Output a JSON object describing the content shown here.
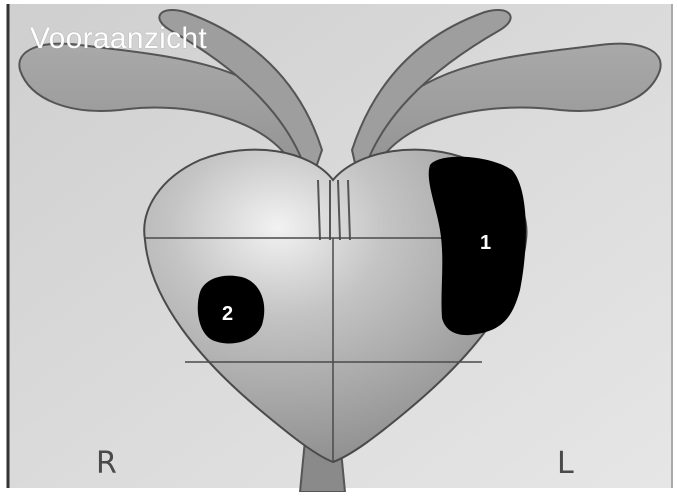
{
  "view_title": "Vooraanzicht",
  "orientation": {
    "right": "R",
    "left": "L"
  },
  "lesions": [
    {
      "label": "1",
      "color": "#000000"
    },
    {
      "label": "2",
      "color": "#000000"
    }
  ],
  "colors": {
    "background": "#d9d9d9",
    "organ_fill": "#b5b5b5",
    "outline": "#555555",
    "lesion": "#000000"
  }
}
